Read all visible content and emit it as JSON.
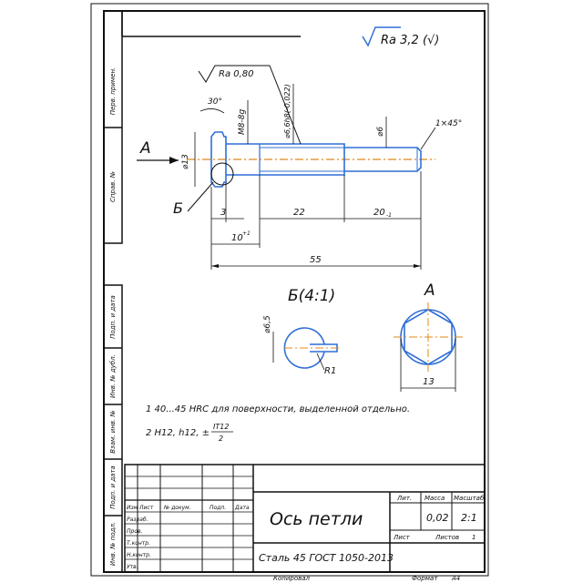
{
  "colors": {
    "line": "#111111",
    "part": "#2f6fd6",
    "axis": "#e0881a",
    "paper": "#ffffff"
  },
  "sheet": {
    "roughness_general": "Ra 3,2 (√)",
    "side_labels": [
      "Перв. примен.",
      "Справ. №",
      "Подп. и дата",
      "Инв. № дубл.",
      "Взам. инв. №",
      "Подп. и дата",
      "Инв. № подл."
    ]
  },
  "main_view": {
    "roughness_local": "Ra 0,80",
    "dims": {
      "chamfer_angle": "30°",
      "thread": "M8-8g",
      "dia_shank": "⌀6,6h8(-0,022)",
      "dia_end": "⌀6",
      "chamfer_end": "1×45°",
      "dia_head": "⌀13",
      "d3": "3",
      "d22": "22",
      "d20": "20",
      "d20_tol": "-1",
      "d10": "10",
      "d10_tol": "+1",
      "d55": "55"
    },
    "view_arrow_label": "A",
    "section_callout": "Б"
  },
  "section_view": {
    "title": "Б(4:1)",
    "dia": "⌀6,5",
    "radius": "R1"
  },
  "view_a": {
    "title": "A",
    "width_dim": "13"
  },
  "notes": {
    "n1": "1  40...45 HRC для поверхности, выделенной отдельно.",
    "n2_prefix": "2  H12, h12, ±",
    "n2_num": "IT12",
    "n2_den": "2"
  },
  "title_block": {
    "part_name": "Ось петли",
    "material": "Сталь 45 ГОСТ 1050-2013",
    "headers": {
      "izm": "Изм",
      "list": "Лист",
      "doc": "№ докум.",
      "sign": "Подп.",
      "date": "Дата"
    },
    "roles": [
      "Разраб.",
      "Пров.",
      "Т.контр.",
      "",
      "Н.контр.",
      "Утв."
    ],
    "col_lit": "Лит.",
    "col_mass": "Масса",
    "col_scale": "Масштаб",
    "mass": "0,02",
    "scale": "2:1",
    "sheet_label": "Лист",
    "sheets_label": "Листов",
    "sheets_count": "1",
    "copied": "Копировал",
    "format_label": "Формат",
    "format_value": "A4"
  }
}
